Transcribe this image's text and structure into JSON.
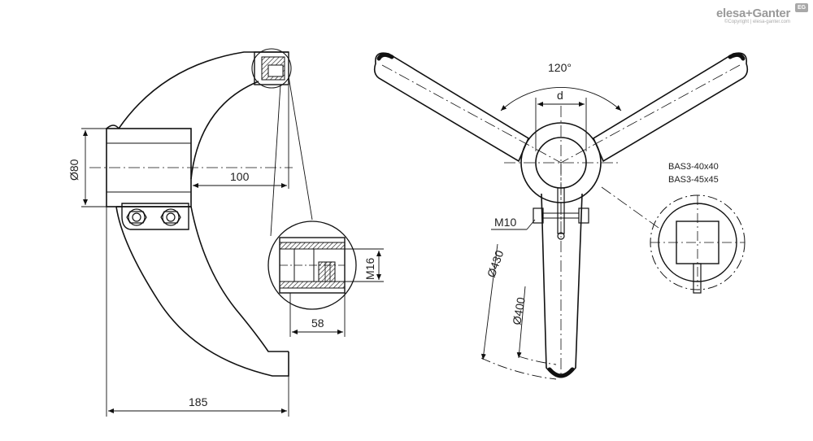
{
  "brand": {
    "name": "elesa+Ganter",
    "copyright": "©Copyright | elesa-ganter.com",
    "badge": "EG",
    "accent": "#9a9a9a"
  },
  "side_view": {
    "dim_diameter": "Ø80",
    "dim_length": "100",
    "dim_overall": "185"
  },
  "detail_view": {
    "dim_thread": "M16",
    "dim_depth": "58"
  },
  "front_view": {
    "dim_angle": "120°",
    "dim_bore": "d",
    "dim_screw": "M10",
    "dim_outer_diameter": "Ø430",
    "dim_inner_diameter": "Ø400"
  },
  "section_view": {
    "label_1": "BAS3-40x40",
    "label_2": "BAS3-45x45"
  }
}
